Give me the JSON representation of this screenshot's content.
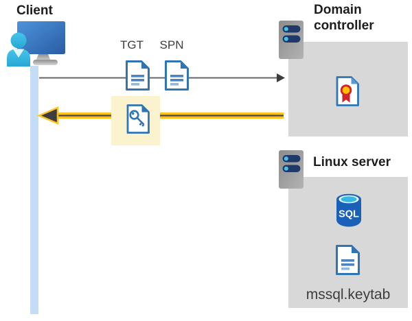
{
  "client": {
    "label": "Client"
  },
  "tickets": {
    "tgt_label": "TGT",
    "spn_label": "SPN"
  },
  "domain_controller": {
    "label": "Domain controller"
  },
  "linux_server": {
    "label": "Linux server",
    "sql_label": "SQL",
    "keytab_label": "mssql.keytab"
  },
  "icons": {
    "client_device": "monitor-with-user",
    "domain_controller_server": "server-tower",
    "linux_server_machine": "server-tower",
    "tgt_ticket": "document",
    "spn_ticket": "document",
    "service_ticket": "document-with-key",
    "certificate": "document-with-certificate-ribbon",
    "sql_database": "sql-database-cylinder",
    "keytab_file": "document"
  },
  "colors": {
    "doc_blue": "#2E75B6",
    "panel_gray": "#D8D8D8",
    "lifeline_blue": "#C4DCF5",
    "highlight_yellow": "#FBF3CD",
    "arrow_yellow": "#FFC21E",
    "arrow_dark_gray": "#3D3D3D",
    "request_arrow_gray": "#666666",
    "server_navy": "#1F3A69",
    "accent_cyan": "#3FBDE8",
    "cert_red": "#D2232A",
    "cert_gold": "#FFC000",
    "sql_body_blue": "#1A60B8",
    "monitor_blue": "#3B78C3",
    "person_cyan": "#35BEE6"
  }
}
